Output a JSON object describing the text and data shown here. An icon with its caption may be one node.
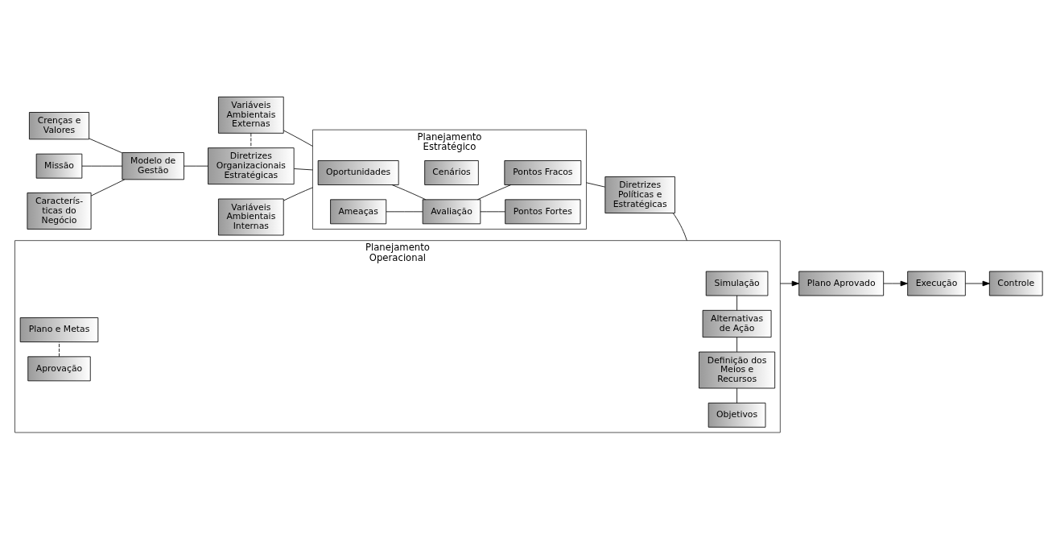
{
  "diagram": {
    "nodes": [
      {
        "text": [
          "Crenças e Valores"
        ]
      },
      {
        "text": [
          "Missão"
        ]
      },
      {
        "text": [
          "Caracterís- ticas do Negócio"
        ]
      },
      {
        "text": [
          "Modelo de Gestão"
        ]
      },
      {
        "text": [
          "Variáveis Ambientais Externas"
        ]
      },
      {
        "text": [
          "Diretrizes Organizacionais Estratégicas"
        ]
      },
      {
        "text": [
          "Variáveis Ambientais Internas"
        ]
      },
      {
        "text": [
          "Planejamento Estratégico"
        ]
      },
      {
        "text": [
          "Cenários"
        ],
        "in": 7
      },
      {
        "text": [
          "Oportunidades"
        ],
        "in": 7
      },
      {
        "text": [
          "Ameaças"
        ],
        "in": 7
      },
      {
        "text": [
          "Avaliação"
        ],
        "in": 7
      },
      {
        "text": [
          "Pontos Fortes"
        ],
        "in": 7
      },
      {
        "text": [
          "Pontos Fracos"
        ],
        "in": 7
      },
      {
        "text": [
          "Diretrizes Políticas e Estratégicas"
        ]
      },
      {
        "text": [
          "Planejamento Operacional"
        ]
      },
      {
        "text": [
          "Objetivos"
        ],
        "in": 15
      },
      {
        "text": [
          "Definição dos Meios e Recursos"
        ],
        "in": 15
      },
      {
        "text": [
          "Alternativas de Ação"
        ],
        "in": 15
      },
      {
        "text": [
          "Simulação"
        ],
        "in": 15
      },
      {
        "text": [
          "Aprovação"
        ],
        "in": 15
      },
      {
        "text": [
          "Plano e Metas"
        ],
        "in": 15
      },
      {
        "text": [
          "Plano Aprovado"
        ]
      },
      {
        "text": [
          "Execução"
        ]
      },
      {
        "text": [
          "Controle"
        ]
      }
    ],
    "edges": [
      {
        "from": 0,
        "to": 3,
        "arrow": "none"
      },
      {
        "from": 1,
        "to": 3,
        "arrow": "none"
      },
      {
        "from": 2,
        "to": 3,
        "arrow": "none"
      },
      {
        "from": 3,
        "to": 5,
        "arrow": "none"
      },
      {
        "from": 4,
        "to": 5,
        "arrow": "none",
        "style": "dashed"
      },
      {
        "from": 4,
        "to": 7,
        "arrow": "none"
      },
      {
        "from": 5,
        "to": 7,
        "arrow": "none"
      },
      {
        "from": 6,
        "to": 7,
        "arrow": "none"
      },
      {
        "from": 9,
        "to": 11,
        "arrow": "none"
      },
      {
        "from": 10,
        "to": 11,
        "arrow": "none"
      },
      {
        "from": 11,
        "to": 12,
        "arrow": "none"
      },
      {
        "from": 11,
        "to": 13,
        "arrow": "none"
      },
      {
        "from": 7,
        "to": 14,
        "arrow": "none"
      },
      {
        "from": 14,
        "to": 15,
        "arrow": "none"
      },
      {
        "from": 16,
        "to": 17,
        "arrow": "none"
      },
      {
        "from": 17,
        "to": 18,
        "arrow": "none"
      },
      {
        "from": 18,
        "to": 19,
        "arrow": "none"
      },
      {
        "from": 20,
        "to": 21,
        "arrow": "none",
        "style": "dashed"
      },
      {
        "from": 15,
        "to": 22,
        "arrow": "to"
      },
      {
        "from": 22,
        "to": 23,
        "arrow": "to"
      },
      {
        "from": 23,
        "to": 24,
        "arrow": "to"
      }
    ]
  }
}
